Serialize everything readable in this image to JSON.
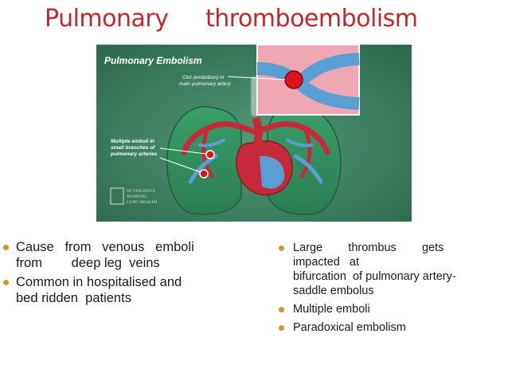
{
  "slide": {
    "title_part1": "Pulmonary",
    "title_part2": "thromboembolism"
  },
  "figure": {
    "heading": "Pulmonary Embolism",
    "callout_clot_line1": "Clot (embolism) in",
    "callout_clot_line2": "main pulmonary artery",
    "callout_multiple_line1": "Multiple emboli in",
    "callout_multiple_line2": "small branches of",
    "callout_multiple_line3": "pulmonary arteries",
    "logo_line1": "ST VINCENT'S",
    "logo_line2": "HOSPITAL",
    "logo_line3": "LUNG HEALTH",
    "colors": {
      "background": "#3a7a5c",
      "lung": "#2f8a5a",
      "artery_red": "#c62a3a",
      "vein_blue": "#5a9fd4",
      "clot": "#e0101c"
    }
  },
  "left_bullets": [
    {
      "line1": "Cause   from   venous   emboli",
      "line2": "from        deep leg  veins"
    },
    {
      "line1": "Common in hospitalised and",
      "line2": "bed ridden  patients"
    }
  ],
  "right_bullets": [
    {
      "line1": "Large        thrombus        gets",
      "line2": "impacted   at",
      "line3": "bifurcation  of pulmonary artery-",
      "line4": "saddle embolus"
    },
    {
      "line1": "Multiple emboli"
    },
    {
      "line1": "Paradoxical embolism"
    }
  ],
  "bullet_color": "#c89b2e",
  "title_color": "#c0282d"
}
